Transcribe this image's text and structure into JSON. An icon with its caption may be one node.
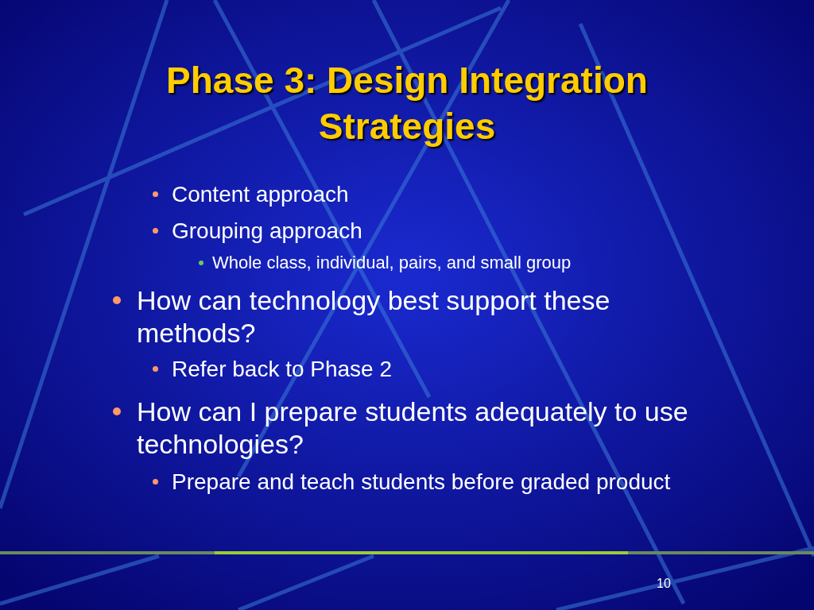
{
  "diagram": {
    "title": "Phase 3: Design Integration Strategies",
    "labels": [
      "Content approach",
      "Grouping approach",
      "Whole class, individual, pairs, and small group",
      "How can technology best support these methods?",
      "Refer back to Phase 2",
      "How can I prepare students adequately to use technologies?",
      "Prepare and teach students before graded product",
      "10"
    ]
  }
}
